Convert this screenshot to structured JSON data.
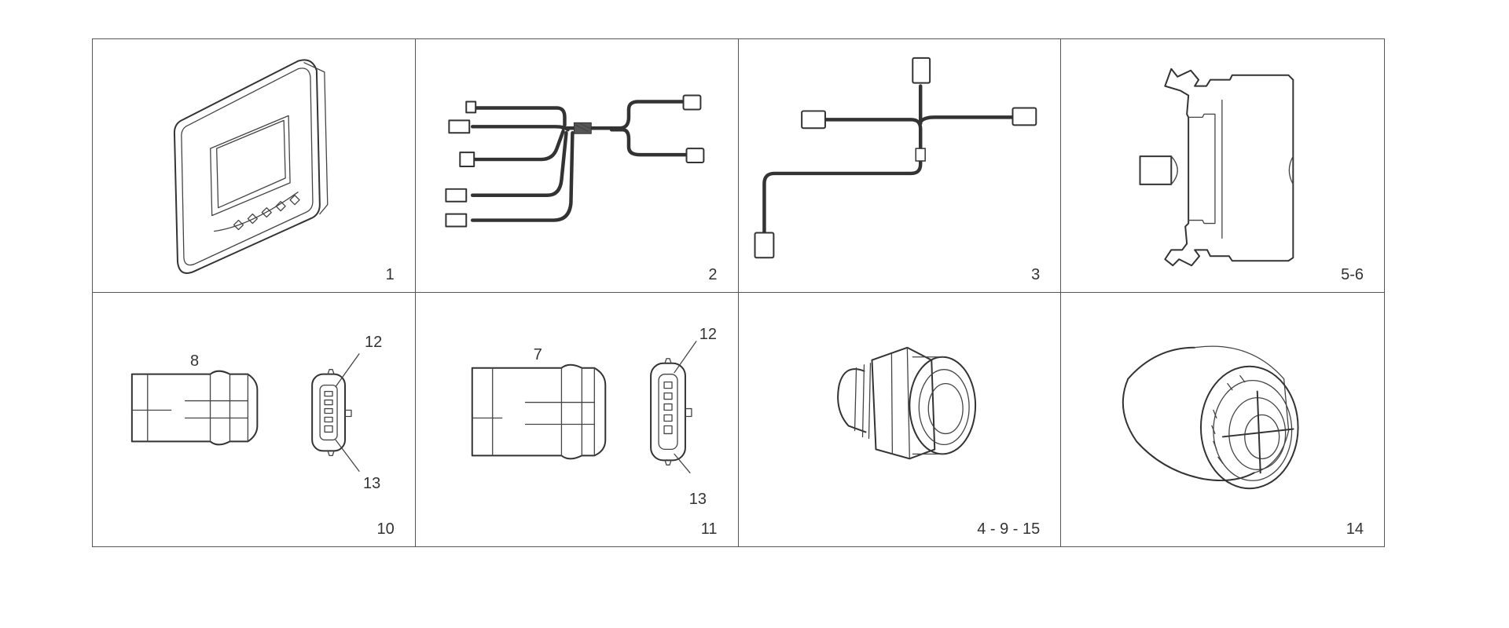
{
  "parts": [
    {
      "id": "display-unit",
      "label": "1"
    },
    {
      "id": "wiring-harness-a",
      "label": "2"
    },
    {
      "id": "wiring-harness-b",
      "label": "3"
    },
    {
      "id": "din-rail-module",
      "label": "5-6"
    },
    {
      "id": "connector-housing-small",
      "label": "10",
      "callouts": [
        "8",
        "12",
        "13"
      ]
    },
    {
      "id": "connector-housing-large",
      "label": "11",
      "callouts": [
        "7",
        "12",
        "13"
      ]
    },
    {
      "id": "sensor-fitting",
      "label": "4 - 9 - 15"
    },
    {
      "id": "buzzer",
      "label": "14"
    }
  ]
}
